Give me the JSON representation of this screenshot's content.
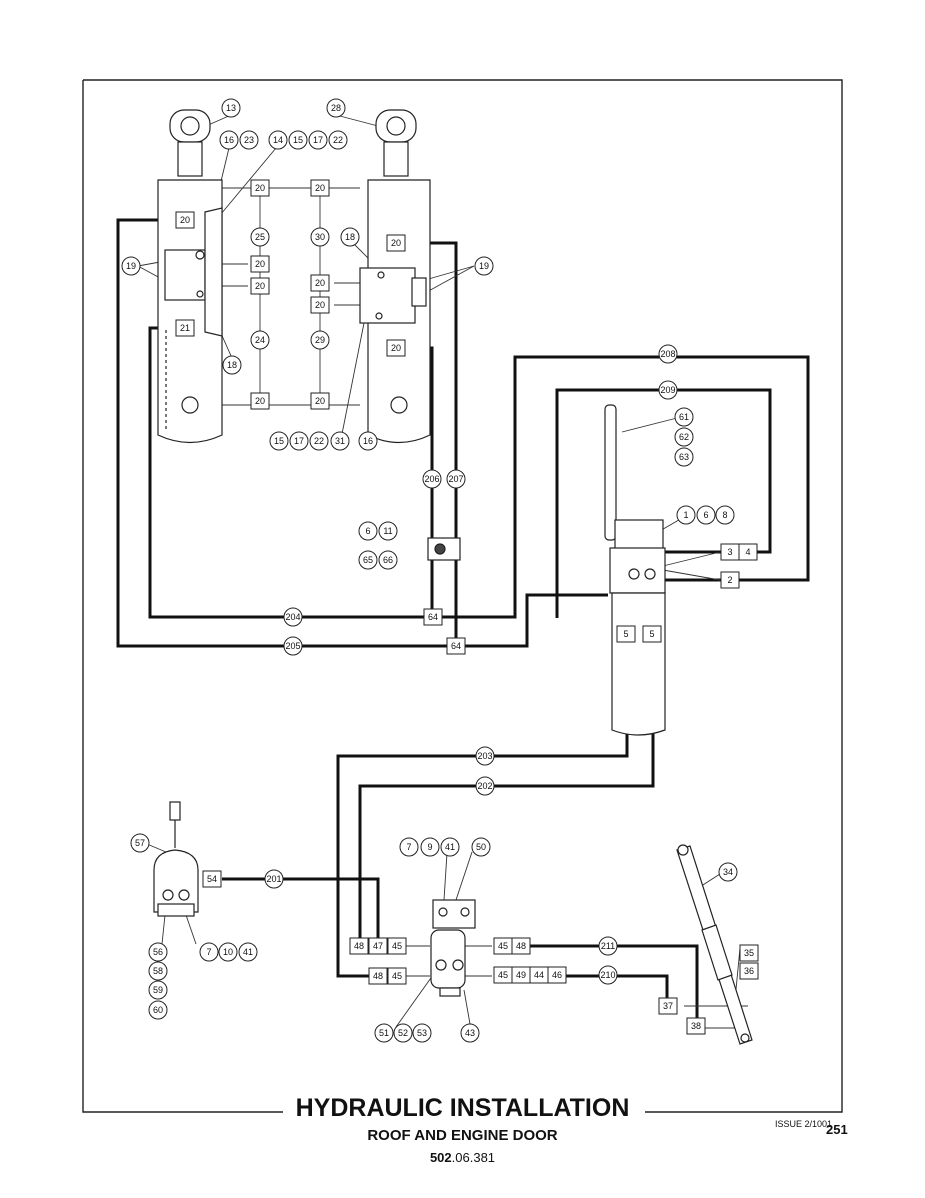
{
  "title": "HYDRAULIC INSTALLATION",
  "subtitle": "ROOF AND ENGINE DOOR",
  "doc_number_prefix": "502",
  "doc_number_suffix": ".06.381",
  "issue": "ISSUE 2/1001",
  "page": "251",
  "callouts": {
    "c13": "13",
    "c28": "28",
    "c16a": "16",
    "c23": "23",
    "c14": "14",
    "c15a": "15",
    "c17a": "17",
    "c22a": "22",
    "c25": "25",
    "c24": "24",
    "c18a": "18",
    "c19a": "19",
    "c30": "30",
    "c29": "29",
    "c18b": "18",
    "c19b": "19",
    "c15b": "15",
    "c17b": "17",
    "c22b": "22",
    "c31": "31",
    "c16b": "16",
    "c208": "208",
    "c209": "209",
    "c61": "61",
    "c62": "62",
    "c63": "63",
    "c1": "1",
    "c6a": "6",
    "c8": "8",
    "c206": "206",
    "c207": "207",
    "c6b": "6",
    "c11": "11",
    "c65": "65",
    "c66": "66",
    "c204": "204",
    "c205": "205",
    "c203": "203",
    "c202": "202",
    "c57": "57",
    "c201": "201",
    "c56": "56",
    "c58": "58",
    "c59": "59",
    "c60": "60",
    "c7a": "7",
    "c10": "10",
    "c41a": "41",
    "c7b": "7",
    "c9": "9",
    "c41b": "41",
    "c50": "50",
    "c211": "211",
    "c210": "210",
    "c51": "51",
    "c52": "52",
    "c53": "53",
    "c43": "43",
    "c34": "34"
  },
  "boxes": {
    "b20_1": "20",
    "b20_2": "20",
    "b20_3": "20",
    "b20_4": "20",
    "b20_5": "20",
    "b20_6": "20",
    "b20_7": "20",
    "b20_8": "20",
    "b20_9": "20",
    "b20_10": "20",
    "b20_11": "20",
    "b20_12": "20",
    "b21": "21",
    "b3": "3",
    "b4": "4",
    "b2": "2",
    "b5a": "5",
    "b5b": "5",
    "b64a": "64",
    "b64b": "64",
    "b54": "54",
    "b48a": "48",
    "b47": "47",
    "b45a": "45",
    "b48b": "48",
    "b45b": "45",
    "b45c": "45",
    "b48c": "48",
    "b45d": "45",
    "b49": "49",
    "b44": "44",
    "b46": "46",
    "b35": "35",
    "b36": "36",
    "b37": "37",
    "b38": "38"
  }
}
